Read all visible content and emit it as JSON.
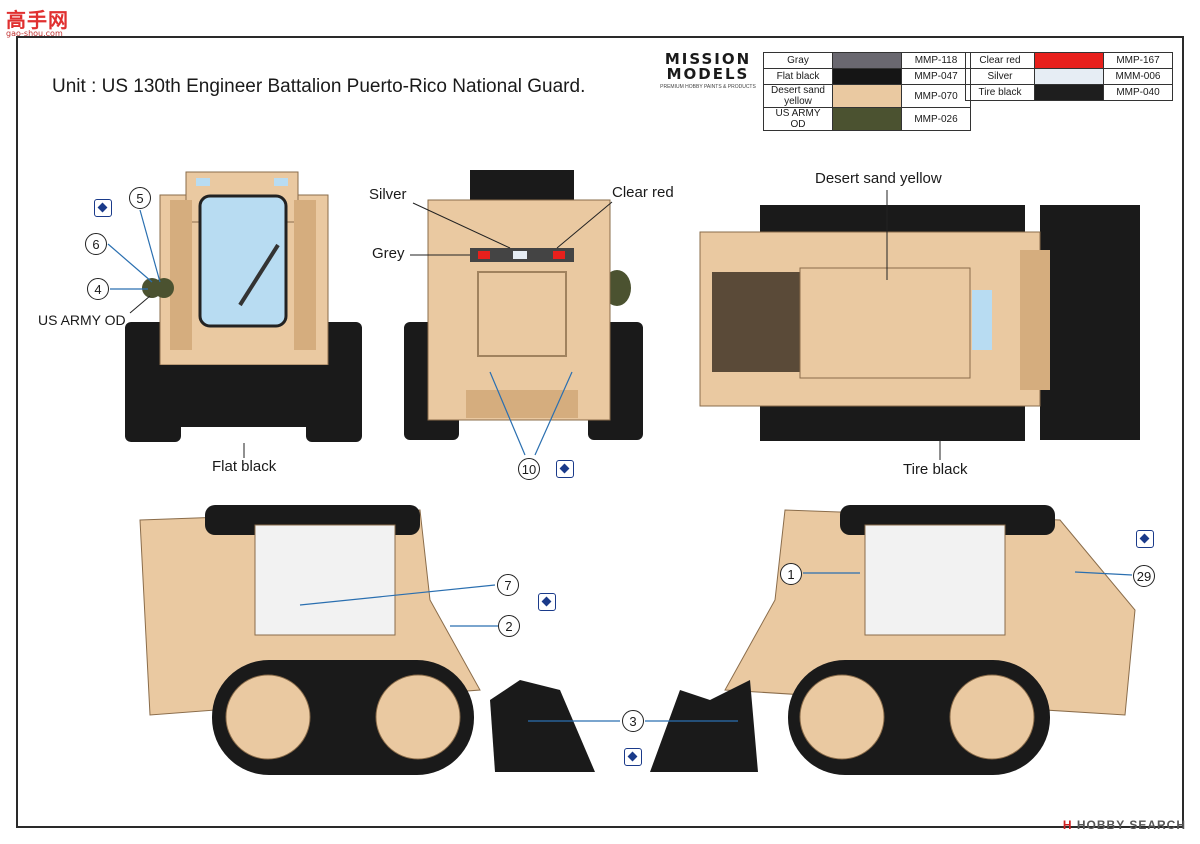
{
  "watermark_top": {
    "text": "高手网",
    "url": "gao-shou.com"
  },
  "watermark_bottom": {
    "prefix": "H",
    "text": "HOBBY SEARCH"
  },
  "title": "Unit : US 130th Engineer Battalion Puerto-Rico National Guard.",
  "brand": {
    "name_line1": "MISSION",
    "name_line2": "MODELS",
    "tagline": "PREMIUM HOBBY PAINTS & PRODUCTS"
  },
  "paint_left": [
    {
      "name": "Gray",
      "code": "MMP-118",
      "color": "#6a6870"
    },
    {
      "name": "Flat black",
      "code": "MMP-047",
      "color": "#151515"
    },
    {
      "name": "Desert sand yellow",
      "code": "MMP-070",
      "color": "#eac9a1"
    },
    {
      "name": "US ARMY OD",
      "code": "MMP-026",
      "color": "#4b5230"
    }
  ],
  "paint_right": [
    {
      "name": "Clear red",
      "code": "MMP-167",
      "color": "#e8201c"
    },
    {
      "name": "Silver",
      "code": "MMM-006",
      "color": "#e6edf4"
    },
    {
      "name": "Tire black",
      "code": "MMP-040",
      "color": "#1e1e1e"
    }
  ],
  "labels": {
    "flat_black": "Flat black",
    "us_army_od": "US ARMY OD",
    "silver": "Silver",
    "clear_red": "Clear red",
    "grey": "Grey",
    "desert_sand_yellow": "Desert sand yellow",
    "tire_black": "Tire black"
  },
  "callouts": [
    "5",
    "6",
    "4",
    "10",
    "1",
    "29",
    "7",
    "2",
    "3"
  ],
  "colors": {
    "sand": "#eac9a1",
    "sand_dark": "#d5ad7e",
    "black": "#1a1a1a",
    "glass": "#b8dcf2",
    "od": "#4b5230"
  }
}
